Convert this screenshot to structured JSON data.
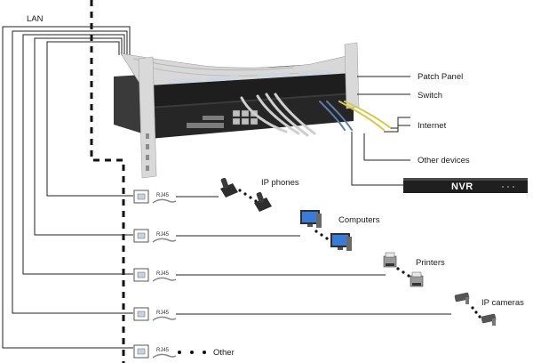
{
  "labels": {
    "lan": "LAN",
    "patch_panel": "Patch Panel",
    "switch": "Switch",
    "internet": "Internet",
    "other_devices": "Other devices",
    "nvr": "NVR",
    "ip_phones": "IP phones",
    "computers": "Computers",
    "printers": "Printers",
    "ip_cameras": "IP cameras",
    "other": "Other"
  },
  "outlets": [
    {
      "label": "RJ45",
      "device": "IP phones"
    },
    {
      "label": "RJ45",
      "device": "Computers"
    },
    {
      "label": "RJ45",
      "device": "Printers"
    },
    {
      "label": "RJ45",
      "device": "IP cameras"
    },
    {
      "label": "RJ45",
      "device": "Other"
    }
  ],
  "colors": {
    "cable": "#222222",
    "rack": "#2b2b2b",
    "rack_rail": "#cfcfcf",
    "patch_cable": "#d4d4d4",
    "internet_cable": "#d9c84a",
    "switch_cable": "#5a7bb0",
    "nvr": "#1f1f1f",
    "screen": "#3a7bd5"
  },
  "icons": {
    "outlet": "rj45-wall-outlet-icon",
    "phone": "ip-phone-icon",
    "computer": "desktop-computer-icon",
    "printer": "printer-icon",
    "camera": "ip-camera-icon"
  }
}
